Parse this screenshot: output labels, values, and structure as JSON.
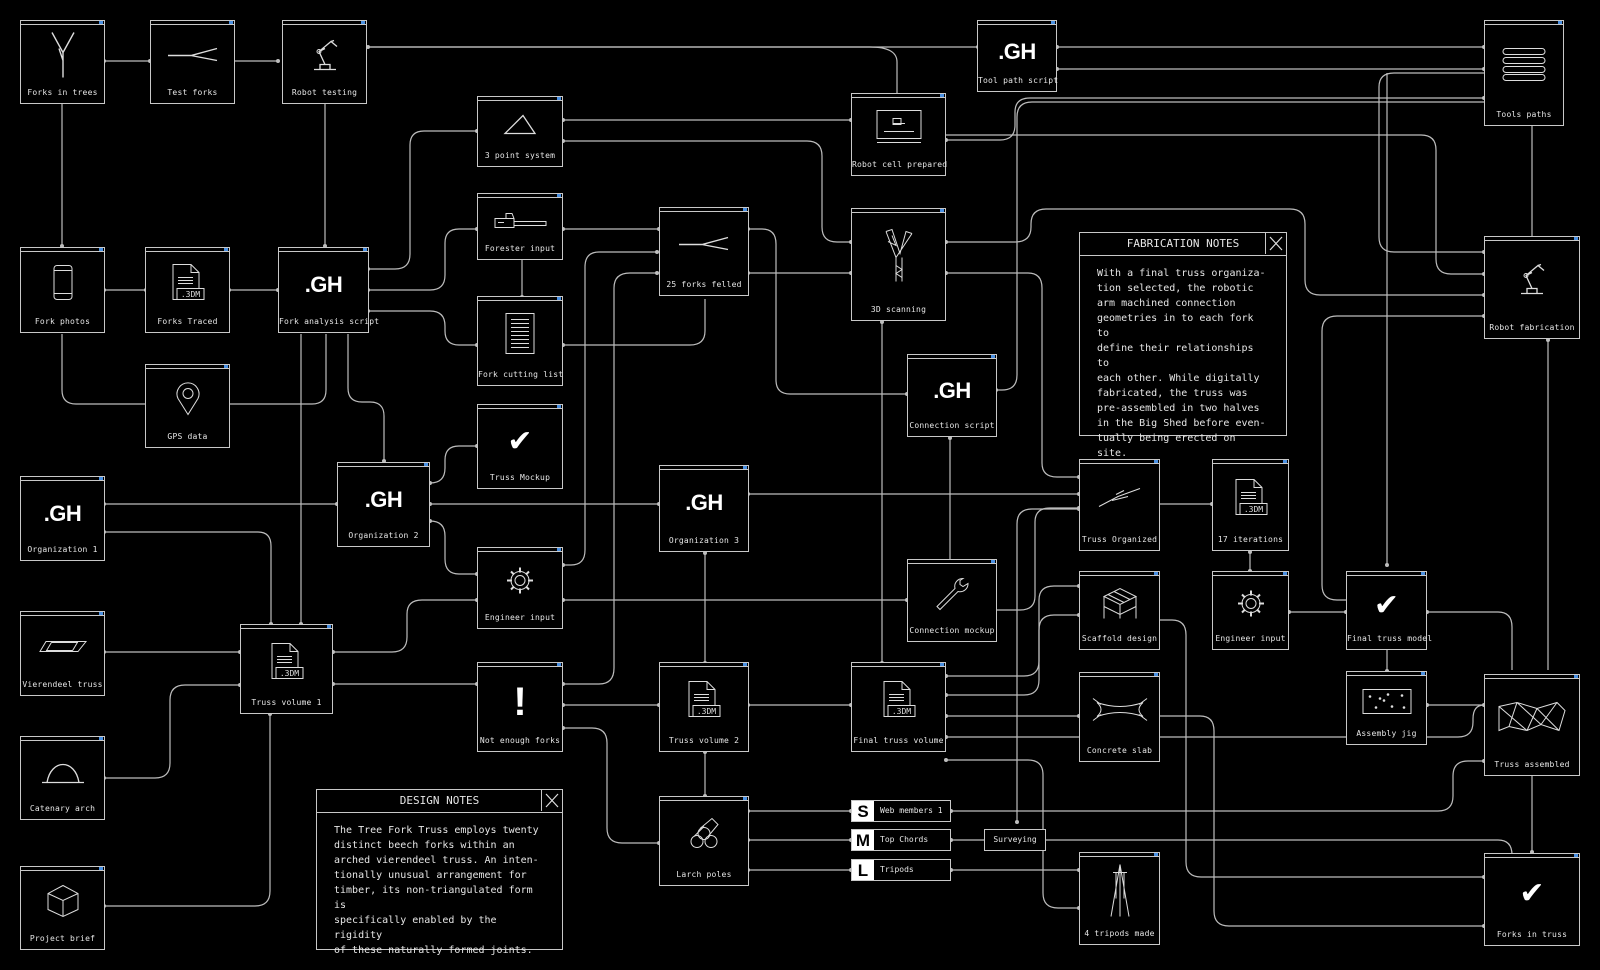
{
  "theme": {
    "background": "#000000",
    "line": "#bdbdbd",
    "accent": "#4a90e2"
  },
  "nodes": {
    "forks_in_trees": {
      "label": "Forks in trees",
      "icon": "tree-fork-icon"
    },
    "test_forks": {
      "label": "Test forks",
      "icon": "fork-branch-icon"
    },
    "robot_testing": {
      "label": "Robot testing",
      "icon": "robot-arm-icon"
    },
    "tool_path_script": {
      "label": "Tool path script",
      "icon": ".GH"
    },
    "tools_paths": {
      "label": "Tools paths",
      "icon": "lines-icon"
    },
    "point_system": {
      "label": "3 point system",
      "icon": "triangle-icon"
    },
    "robot_cell_prepared": {
      "label": "Robot cell prepared",
      "icon": "robot-cell-icon"
    },
    "fork_photos": {
      "label": "Fork photos",
      "icon": "phone-icon"
    },
    "forks_traced": {
      "label": "Forks Traced",
      "icon": "3dm-file-icon",
      "file_ext": ".3DM"
    },
    "fork_analysis_script": {
      "label": "Fork analysis script",
      "icon": ".GH"
    },
    "forester_input": {
      "label": "Forester input",
      "icon": "chainsaw-icon"
    },
    "forks_felled": {
      "label": "25 forks felled",
      "icon": "fork-branch-icon"
    },
    "scanning_3d": {
      "label": "3D scanning",
      "icon": "scanned-fork-icon"
    },
    "robot_fabrication": {
      "label": "Robot fabrication",
      "icon": "robot-arm-icon"
    },
    "fork_cutting_list": {
      "label": "Fork cutting list",
      "icon": "list-document-icon"
    },
    "gps_data": {
      "label": "GPS data",
      "icon": "map-pin-icon"
    },
    "connection_script": {
      "label": "Connection script",
      "icon": ".GH"
    },
    "truss_mockup": {
      "label": "Truss Mockup",
      "icon": "check-icon"
    },
    "organization_1": {
      "label": "Organization 1",
      "icon": ".GH"
    },
    "organization_2": {
      "label": "Organization 2",
      "icon": ".GH"
    },
    "organization_3": {
      "label": "Organization 3",
      "icon": ".GH"
    },
    "truss_organized": {
      "label": "Truss Organized",
      "icon": "branch-sketch-icon"
    },
    "iterations_17": {
      "label": "17 iterations",
      "icon": "3dm-file-icon",
      "file_ext": ".3DM"
    },
    "engineer_input_1": {
      "label": "Engineer input",
      "icon": "gear-icon"
    },
    "connection_mockup": {
      "label": "Connection mockup",
      "icon": "wrench-icon"
    },
    "scaffold_design": {
      "label": "Scaffold design",
      "icon": "scaffold-icon"
    },
    "engineer_input_2": {
      "label": "Engineer input",
      "icon": "gear-icon"
    },
    "final_truss_model": {
      "label": "Final truss model",
      "icon": "check-icon"
    },
    "vierendeel_truss": {
      "label": "Vierendeel truss",
      "icon": "vierendeel-icon"
    },
    "truss_volume_1": {
      "label": "Truss volume 1",
      "icon": "3dm-file-icon",
      "file_ext": ".3DM"
    },
    "not_enough_forks": {
      "label": "Not enough forks",
      "icon": "exclamation-icon"
    },
    "truss_volume_2": {
      "label": "Truss volume 2",
      "icon": "3dm-file-icon",
      "file_ext": ".3DM"
    },
    "final_truss_volume": {
      "label": "Final truss volume",
      "icon": "3dm-file-icon",
      "file_ext": ".3DM"
    },
    "concrete_slab": {
      "label": "Concrete slab",
      "icon": "slab-icon"
    },
    "assembly_jig": {
      "label": "Assembly jig",
      "icon": "jig-icon"
    },
    "truss_assembled": {
      "label": "Truss assembled",
      "icon": "truss-assembled-icon"
    },
    "catenary_arch": {
      "label": "Catenary arch",
      "icon": "arch-icon"
    },
    "larch_poles": {
      "label": "Larch poles",
      "icon": "logs-icon"
    },
    "tripods_made": {
      "label": "4 tripods  made",
      "icon": "tripod-icon"
    },
    "project_brief": {
      "label": "Project brief",
      "icon": "cube-icon"
    },
    "forks_in_truss": {
      "label": "Forks in truss",
      "icon": "check-icon"
    }
  },
  "tags": {
    "web_members": {
      "size": "S",
      "label": "Web members 1"
    },
    "top_chords": {
      "size": "M",
      "label": "Top Chords"
    },
    "tripods": {
      "size": "L",
      "label": "Tripods"
    },
    "surveying": {
      "label": "Surveying"
    }
  },
  "notes": {
    "fabrication": {
      "title": "FABRICATION NOTES",
      "body": "With a final truss organiza-\ntion selected, the robotic\narm machined connection\ngeometries in to each fork to\ndefine their relationships to\neach other. While digitally\nfabricated, the truss was\npre-assembled in two halves\nin the Big Shed before even-\ntually being erected on site."
    },
    "design": {
      "title": "DESIGN NOTES",
      "body": "The Tree Fork Truss employs twenty\ndistinct beech forks within an\narched vierendeel truss. An inten-\ntionally unusual arrangement for\ntimber, its non-triangulated form is\nspecifically enabled by the rigidity\nof these naturally formed joints."
    }
  }
}
